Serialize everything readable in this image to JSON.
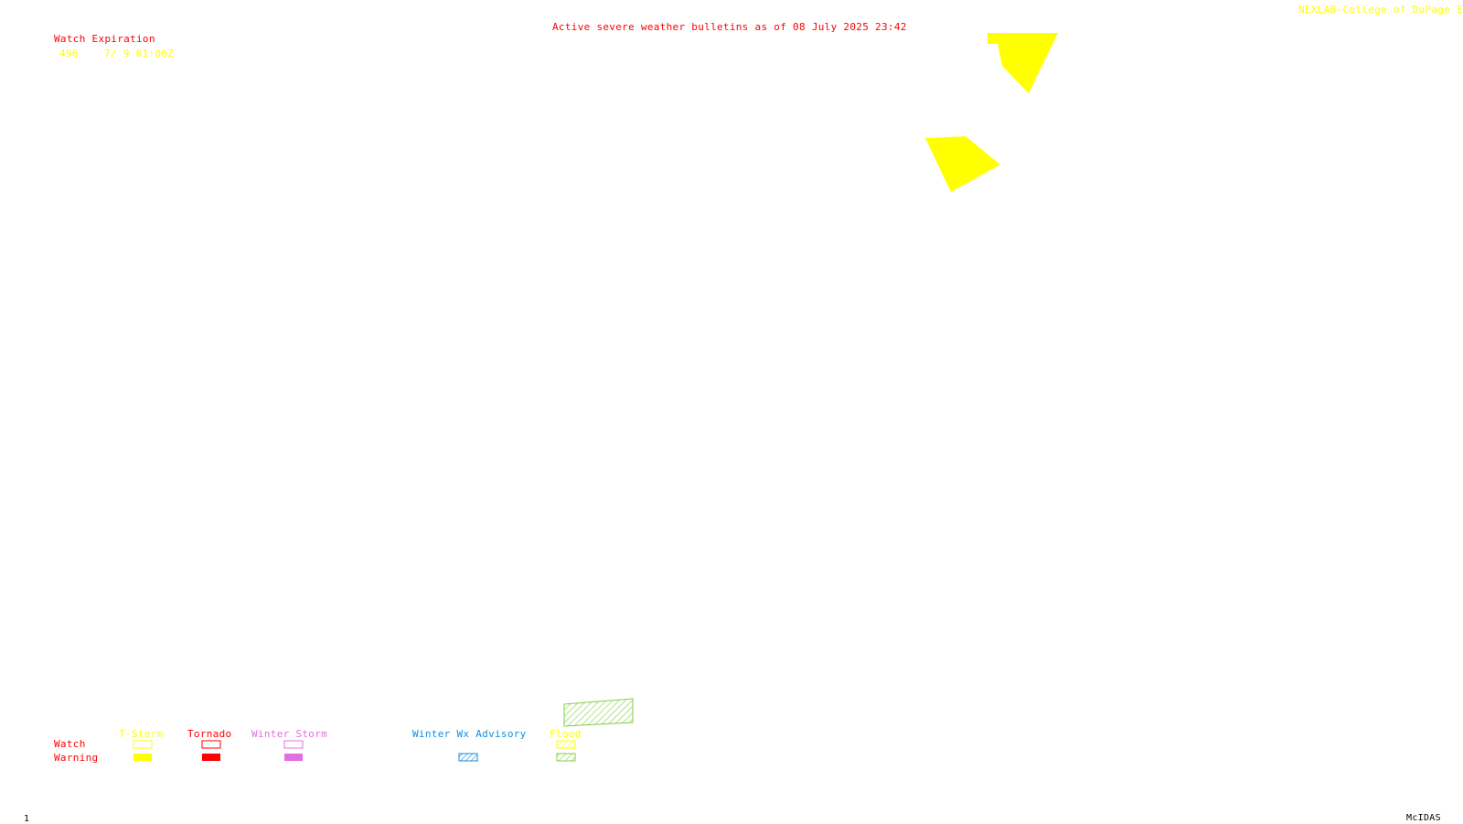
{
  "header": {
    "bulletin_title": "Active severe weather bulletins as of 08 July 2025 23:42",
    "credit": "NEXLAB-College of DuPage E"
  },
  "watch_expiration": {
    "title": "Watch Expiration",
    "rows": [
      {
        "number": "496",
        "expires": "7/ 9 01:00Z"
      }
    ]
  },
  "legend": {
    "row_labels": {
      "watch": "Watch",
      "warning": "Warning"
    },
    "categories": [
      {
        "label": "T-Storm",
        "color": "#ffff00",
        "watch_style": "outline",
        "warning_style": "filled"
      },
      {
        "label": "Tornado",
        "color": "#ff0000",
        "watch_style": "outline",
        "warning_style": "filled"
      },
      {
        "label": "Winter Storm",
        "color": "#e070e0",
        "watch_style": "outline",
        "warning_style": "filled"
      },
      {
        "label": "Winter Wx Advisory",
        "color": "#1090e0",
        "watch_style": "none",
        "warning_style": "hatched"
      },
      {
        "label": "Flood",
        "color": "#ffff00",
        "warning_color": "#80d040",
        "watch_style": "hatched",
        "warning_style": "hatched"
      }
    ]
  },
  "map": {
    "features": [
      {
        "type": "watch-polygon",
        "category": "T-Storm",
        "color": "#ffff00"
      },
      {
        "type": "watch-polygon",
        "category": "T-Storm",
        "color": "#ffff00"
      },
      {
        "type": "warning-polygon",
        "category": "Flood",
        "color": "#80d040"
      }
    ]
  },
  "footer": {
    "frame_number": "1",
    "software": "McIDAS"
  }
}
